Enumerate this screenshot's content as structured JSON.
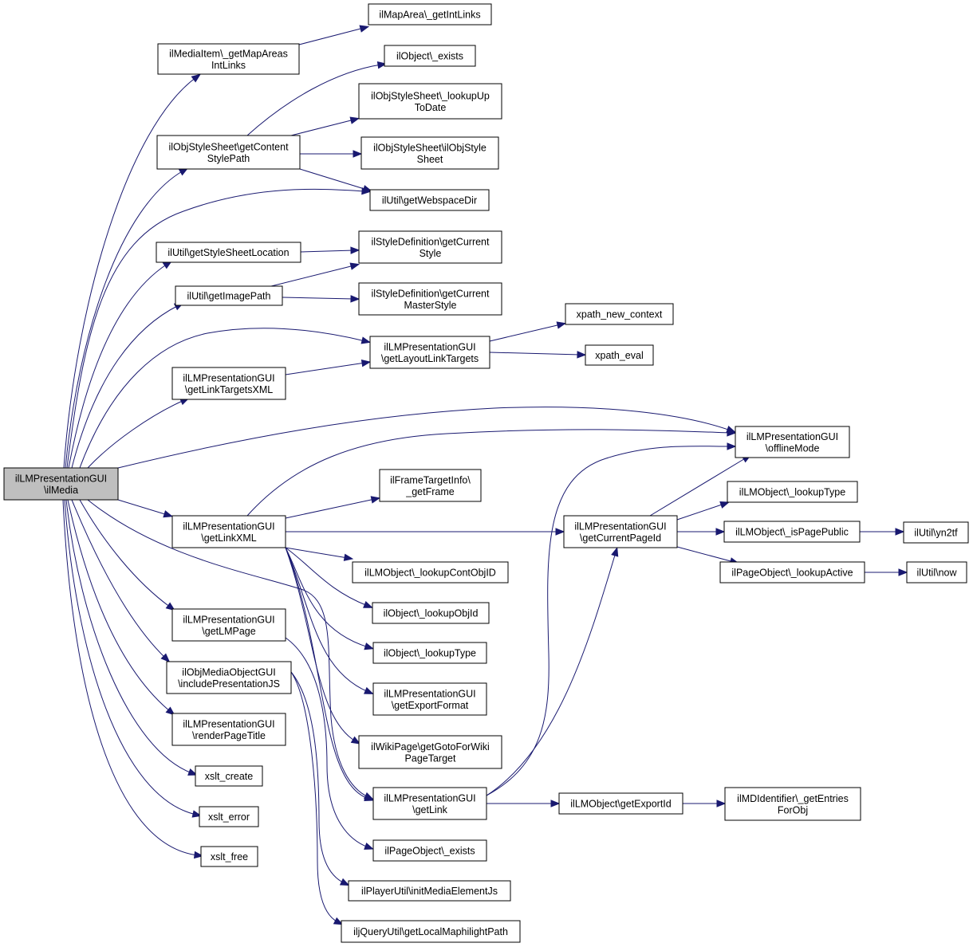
{
  "title": "",
  "colors": {
    "edge": "#191970",
    "node_border": "#000000",
    "root_fill": "#bfbfbf",
    "node_fill": "#ffffff"
  },
  "nodes": [
    {
      "id": "root",
      "lines": [
        "ilLMPresentationGUI",
        "\\ilMedia"
      ]
    },
    {
      "id": "getMapAreasIntLinks",
      "lines": [
        "ilMediaItem\\_getMapAreas",
        "IntLinks"
      ]
    },
    {
      "id": "getIntLinks",
      "lines": [
        "ilMapArea\\_getIntLinks"
      ]
    },
    {
      "id": "objExists",
      "lines": [
        "ilObject\\_exists"
      ]
    },
    {
      "id": "lookupUpToDate",
      "lines": [
        "ilObjStyleSheet\\_lookupUp",
        "ToDate"
      ]
    },
    {
      "id": "getContentStylePath",
      "lines": [
        "ilObjStyleSheet\\getContent",
        "StylePath"
      ]
    },
    {
      "id": "ilObjStyleSheet",
      "lines": [
        "ilObjStyleSheet\\ilObjStyle",
        "Sheet"
      ]
    },
    {
      "id": "getWebspaceDir",
      "lines": [
        "ilUtil\\getWebspaceDir"
      ]
    },
    {
      "id": "getStyleSheetLocation",
      "lines": [
        "ilUtil\\getStyleSheetLocation"
      ]
    },
    {
      "id": "getCurrentStyle",
      "lines": [
        "ilStyleDefinition\\getCurrent",
        "Style"
      ]
    },
    {
      "id": "getImagePath",
      "lines": [
        "ilUtil\\getImagePath"
      ]
    },
    {
      "id": "getCurrentMasterStyle",
      "lines": [
        "ilStyleDefinition\\getCurrent",
        "MasterStyle"
      ]
    },
    {
      "id": "xpathNewContext",
      "lines": [
        "xpath_new_context"
      ]
    },
    {
      "id": "getLayoutLinkTargets",
      "lines": [
        "ilLMPresentationGUI",
        "\\getLayoutLinkTargets"
      ]
    },
    {
      "id": "xpathEval",
      "lines": [
        "xpath_eval"
      ]
    },
    {
      "id": "getLinkTargetsXML",
      "lines": [
        "ilLMPresentationGUI",
        "\\getLinkTargetsXML"
      ]
    },
    {
      "id": "offlineMode",
      "lines": [
        "ilLMPresentationGUI",
        "\\offlineMode"
      ]
    },
    {
      "id": "getFrame",
      "lines": [
        "ilFrameTargetInfo\\",
        "_getFrame"
      ]
    },
    {
      "id": "lookupTypeLM",
      "lines": [
        "ilLMObject\\_lookupType"
      ]
    },
    {
      "id": "getLinkXML",
      "lines": [
        "ilLMPresentationGUI",
        "\\getLinkXML"
      ]
    },
    {
      "id": "getCurrentPageId",
      "lines": [
        "ilLMPresentationGUI",
        "\\getCurrentPageId"
      ]
    },
    {
      "id": "isPagePublic",
      "lines": [
        "ilLMObject\\_isPagePublic"
      ]
    },
    {
      "id": "yn2tf",
      "lines": [
        "ilUtil\\yn2tf"
      ]
    },
    {
      "id": "lookupActive",
      "lines": [
        "ilPageObject\\_lookupActive"
      ]
    },
    {
      "id": "now",
      "lines": [
        "ilUtil\\now"
      ]
    },
    {
      "id": "lookupContObjID",
      "lines": [
        "ilLMObject\\_lookupContObjID"
      ]
    },
    {
      "id": "lookupObjId",
      "lines": [
        "ilObject\\_lookupObjId"
      ]
    },
    {
      "id": "getLMPage",
      "lines": [
        "ilLMPresentationGUI",
        "\\getLMPage"
      ]
    },
    {
      "id": "lookupTypeObj",
      "lines": [
        "ilObject\\_lookupType"
      ]
    },
    {
      "id": "includePresentationJS",
      "lines": [
        "ilObjMediaObjectGUI",
        "\\includePresentationJS"
      ]
    },
    {
      "id": "getExportFormat",
      "lines": [
        "ilLMPresentationGUI",
        "\\getExportFormat"
      ]
    },
    {
      "id": "renderPageTitle",
      "lines": [
        "ilLMPresentationGUI",
        "\\renderPageTitle"
      ]
    },
    {
      "id": "getGotoForWikiPageTarget",
      "lines": [
        "ilWikiPage\\getGotoForWiki",
        "PageTarget"
      ]
    },
    {
      "id": "xsltCreate",
      "lines": [
        "xslt_create"
      ]
    },
    {
      "id": "getLink",
      "lines": [
        "ilLMPresentationGUI",
        "\\getLink"
      ]
    },
    {
      "id": "getExportId",
      "lines": [
        "ilLMObject\\getExportId"
      ]
    },
    {
      "id": "getEntriesForObj",
      "lines": [
        "ilMDIdentifier\\_getEntries",
        "ForObj"
      ]
    },
    {
      "id": "xsltError",
      "lines": [
        "xslt_error"
      ]
    },
    {
      "id": "pageExists",
      "lines": [
        "ilPageObject\\_exists"
      ]
    },
    {
      "id": "xsltFree",
      "lines": [
        "xslt_free"
      ]
    },
    {
      "id": "initMediaElementJs",
      "lines": [
        "ilPlayerUtil\\initMediaElementJs"
      ]
    },
    {
      "id": "getLocalMaphilightPath",
      "lines": [
        "iljQueryUtil\\getLocalMaphilightPath"
      ]
    }
  ],
  "edges": [
    [
      "root",
      "getMapAreasIntLinks"
    ],
    [
      "root",
      "getContentStylePath"
    ],
    [
      "root",
      "getWebspaceDir"
    ],
    [
      "root",
      "getStyleSheetLocation"
    ],
    [
      "root",
      "getImagePath"
    ],
    [
      "root",
      "getLayoutLinkTargets"
    ],
    [
      "root",
      "getLinkTargetsXML"
    ],
    [
      "root",
      "offlineMode"
    ],
    [
      "root",
      "getLinkXML"
    ],
    [
      "root",
      "getLMPage"
    ],
    [
      "root",
      "includePresentationJS"
    ],
    [
      "root",
      "renderPageTitle"
    ],
    [
      "root",
      "xsltCreate"
    ],
    [
      "root",
      "xsltError"
    ],
    [
      "root",
      "xsltFree"
    ],
    [
      "root",
      "getLink"
    ],
    [
      "getMapAreasIntLinks",
      "getIntLinks"
    ],
    [
      "getContentStylePath",
      "objExists"
    ],
    [
      "getContentStylePath",
      "lookupUpToDate"
    ],
    [
      "getContentStylePath",
      "ilObjStyleSheet"
    ],
    [
      "getContentStylePath",
      "getWebspaceDir"
    ],
    [
      "getStyleSheetLocation",
      "getCurrentStyle"
    ],
    [
      "getImagePath",
      "getCurrentStyle"
    ],
    [
      "getImagePath",
      "getCurrentMasterStyle"
    ],
    [
      "getLayoutLinkTargets",
      "xpathNewContext"
    ],
    [
      "getLayoutLinkTargets",
      "xpathEval"
    ],
    [
      "getLinkTargetsXML",
      "getLayoutLinkTargets"
    ],
    [
      "getLinkXML",
      "offlineMode"
    ],
    [
      "getLinkXML",
      "getFrame"
    ],
    [
      "getLinkXML",
      "getCurrentPageId"
    ],
    [
      "getLinkXML",
      "lookupContObjID"
    ],
    [
      "getLinkXML",
      "lookupObjId"
    ],
    [
      "getLinkXML",
      "lookupTypeObj"
    ],
    [
      "getLinkXML",
      "getExportFormat"
    ],
    [
      "getLinkXML",
      "getGotoForWikiPageTarget"
    ],
    [
      "getLinkXML",
      "getLink"
    ],
    [
      "getCurrentPageId",
      "offlineMode"
    ],
    [
      "getCurrentPageId",
      "lookupTypeLM"
    ],
    [
      "getCurrentPageId",
      "isPagePublic"
    ],
    [
      "getCurrentPageId",
      "lookupActive"
    ],
    [
      "isPagePublic",
      "yn2tf"
    ],
    [
      "lookupActive",
      "now"
    ],
    [
      "getLMPage",
      "pageExists"
    ],
    [
      "includePresentationJS",
      "initMediaElementJs"
    ],
    [
      "includePresentationJS",
      "getLocalMaphilightPath"
    ],
    [
      "getLink",
      "offlineMode"
    ],
    [
      "getLink",
      "getCurrentPageId"
    ],
    [
      "getLink",
      "getExportId"
    ],
    [
      "getExportId",
      "getEntriesForObj"
    ]
  ]
}
